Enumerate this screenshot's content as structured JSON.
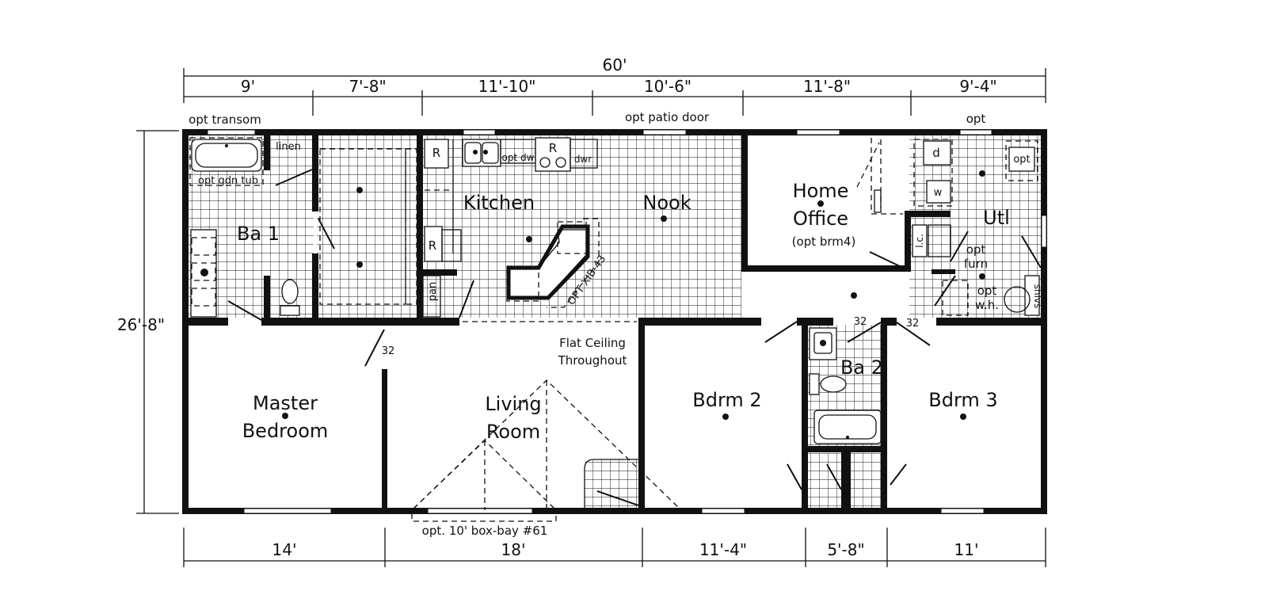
{
  "dimensions": {
    "overall_width": "60'",
    "overall_depth": "26'-8\"",
    "top": [
      "9'",
      "7'-8\"",
      "11'-10\"",
      "10'-6\"",
      "11'-8\"",
      "9'-4\""
    ],
    "bottom": [
      "14'",
      "18'",
      "11'-4\"",
      "5'-8\"",
      "11'"
    ]
  },
  "rooms": {
    "bath1": "Ba 1",
    "kitchen": "Kitchen",
    "nook": "Nook",
    "home_office_line1": "Home",
    "home_office_line2": "Office",
    "home_office_note": "(opt brm4)",
    "utility": "Utl",
    "master_line1": "Master",
    "master_line2": "Bedroom",
    "living_line1": "Living",
    "living_line2": "Room",
    "bedroom2": "Bdrm 2",
    "bath2": "Ba 2",
    "bedroom3": "Bdrm 3"
  },
  "labels": {
    "opt_transom": "opt transom",
    "linen": "linen",
    "opt_gdn_tub": "opt gdn tub",
    "refrigerator_1": "R",
    "refrigerator_2": "R",
    "range": "R",
    "opt_dw": "opt dw",
    "dwr": "dwr",
    "pan": "pan",
    "opt_island": "OPT XIB-43",
    "opt_patio_door": "opt patio door",
    "opt_top_right": "opt",
    "dryer": "d",
    "washer": "w",
    "opt_box": "opt",
    "closet_lc": "l.c.",
    "opt_furn_1": "opt",
    "opt_furn_2": "furn",
    "opt_wh_1": "opt",
    "opt_wh_2": "w.h.",
    "shlvs": "shlvs",
    "door32_master": "32",
    "door32_bath2": "32",
    "door32_bdrm3": "32",
    "flat_ceiling_1": "Flat Ceiling",
    "flat_ceiling_2": "Throughout",
    "box_bay": "opt. 10' box-bay #61"
  }
}
